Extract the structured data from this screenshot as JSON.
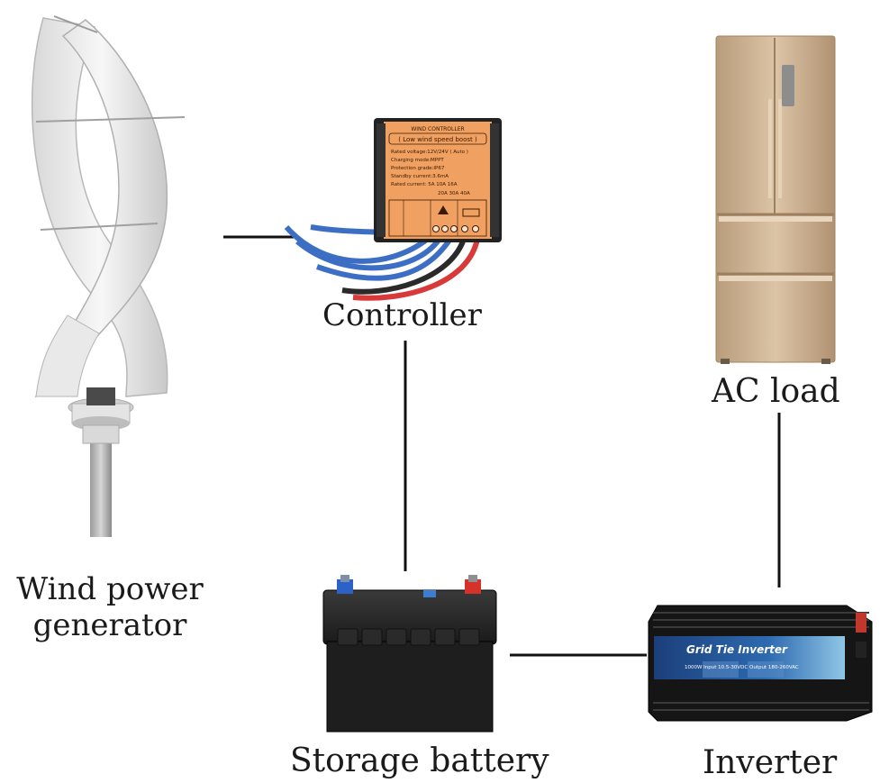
{
  "labels": {
    "controller": "Controller",
    "ac_load": "AC load",
    "wind_line1": "Wind power",
    "wind_line2": "generator",
    "battery": "Storage battery",
    "inverter": "Inverter"
  },
  "controller_panel": {
    "title": "WIND CONTROLLER",
    "subtitle": "( Low wind speed boost )",
    "specs": [
      "Rated voltage:12V/24V ( Auto )",
      "Charging mode:MPPT",
      "Protection grade:IP67",
      "Standby current:3.6mA",
      "Rated current: 5A  10A  16A",
      "20A  30A  40A"
    ]
  },
  "inverter_panel": {
    "title": "Grid Tie Inverter",
    "spec": "1000W  Input 10.5-30VDC Output 180-260VAC"
  },
  "colors": {
    "controller_orange": "#f0a060",
    "inverter_blue": "#1a4f8a",
    "battery_body": "#1e1e1e",
    "fridge_gold": "#cfb595",
    "wire_blue": "#3c6fc4",
    "wire_red": "#d83a3a",
    "line": "#111111"
  },
  "icons": {
    "wind_turbine": "wind-turbine-icon",
    "controller": "controller-device-icon",
    "refrigerator": "refrigerator-icon",
    "battery": "battery-icon",
    "inverter": "inverter-device-icon"
  }
}
